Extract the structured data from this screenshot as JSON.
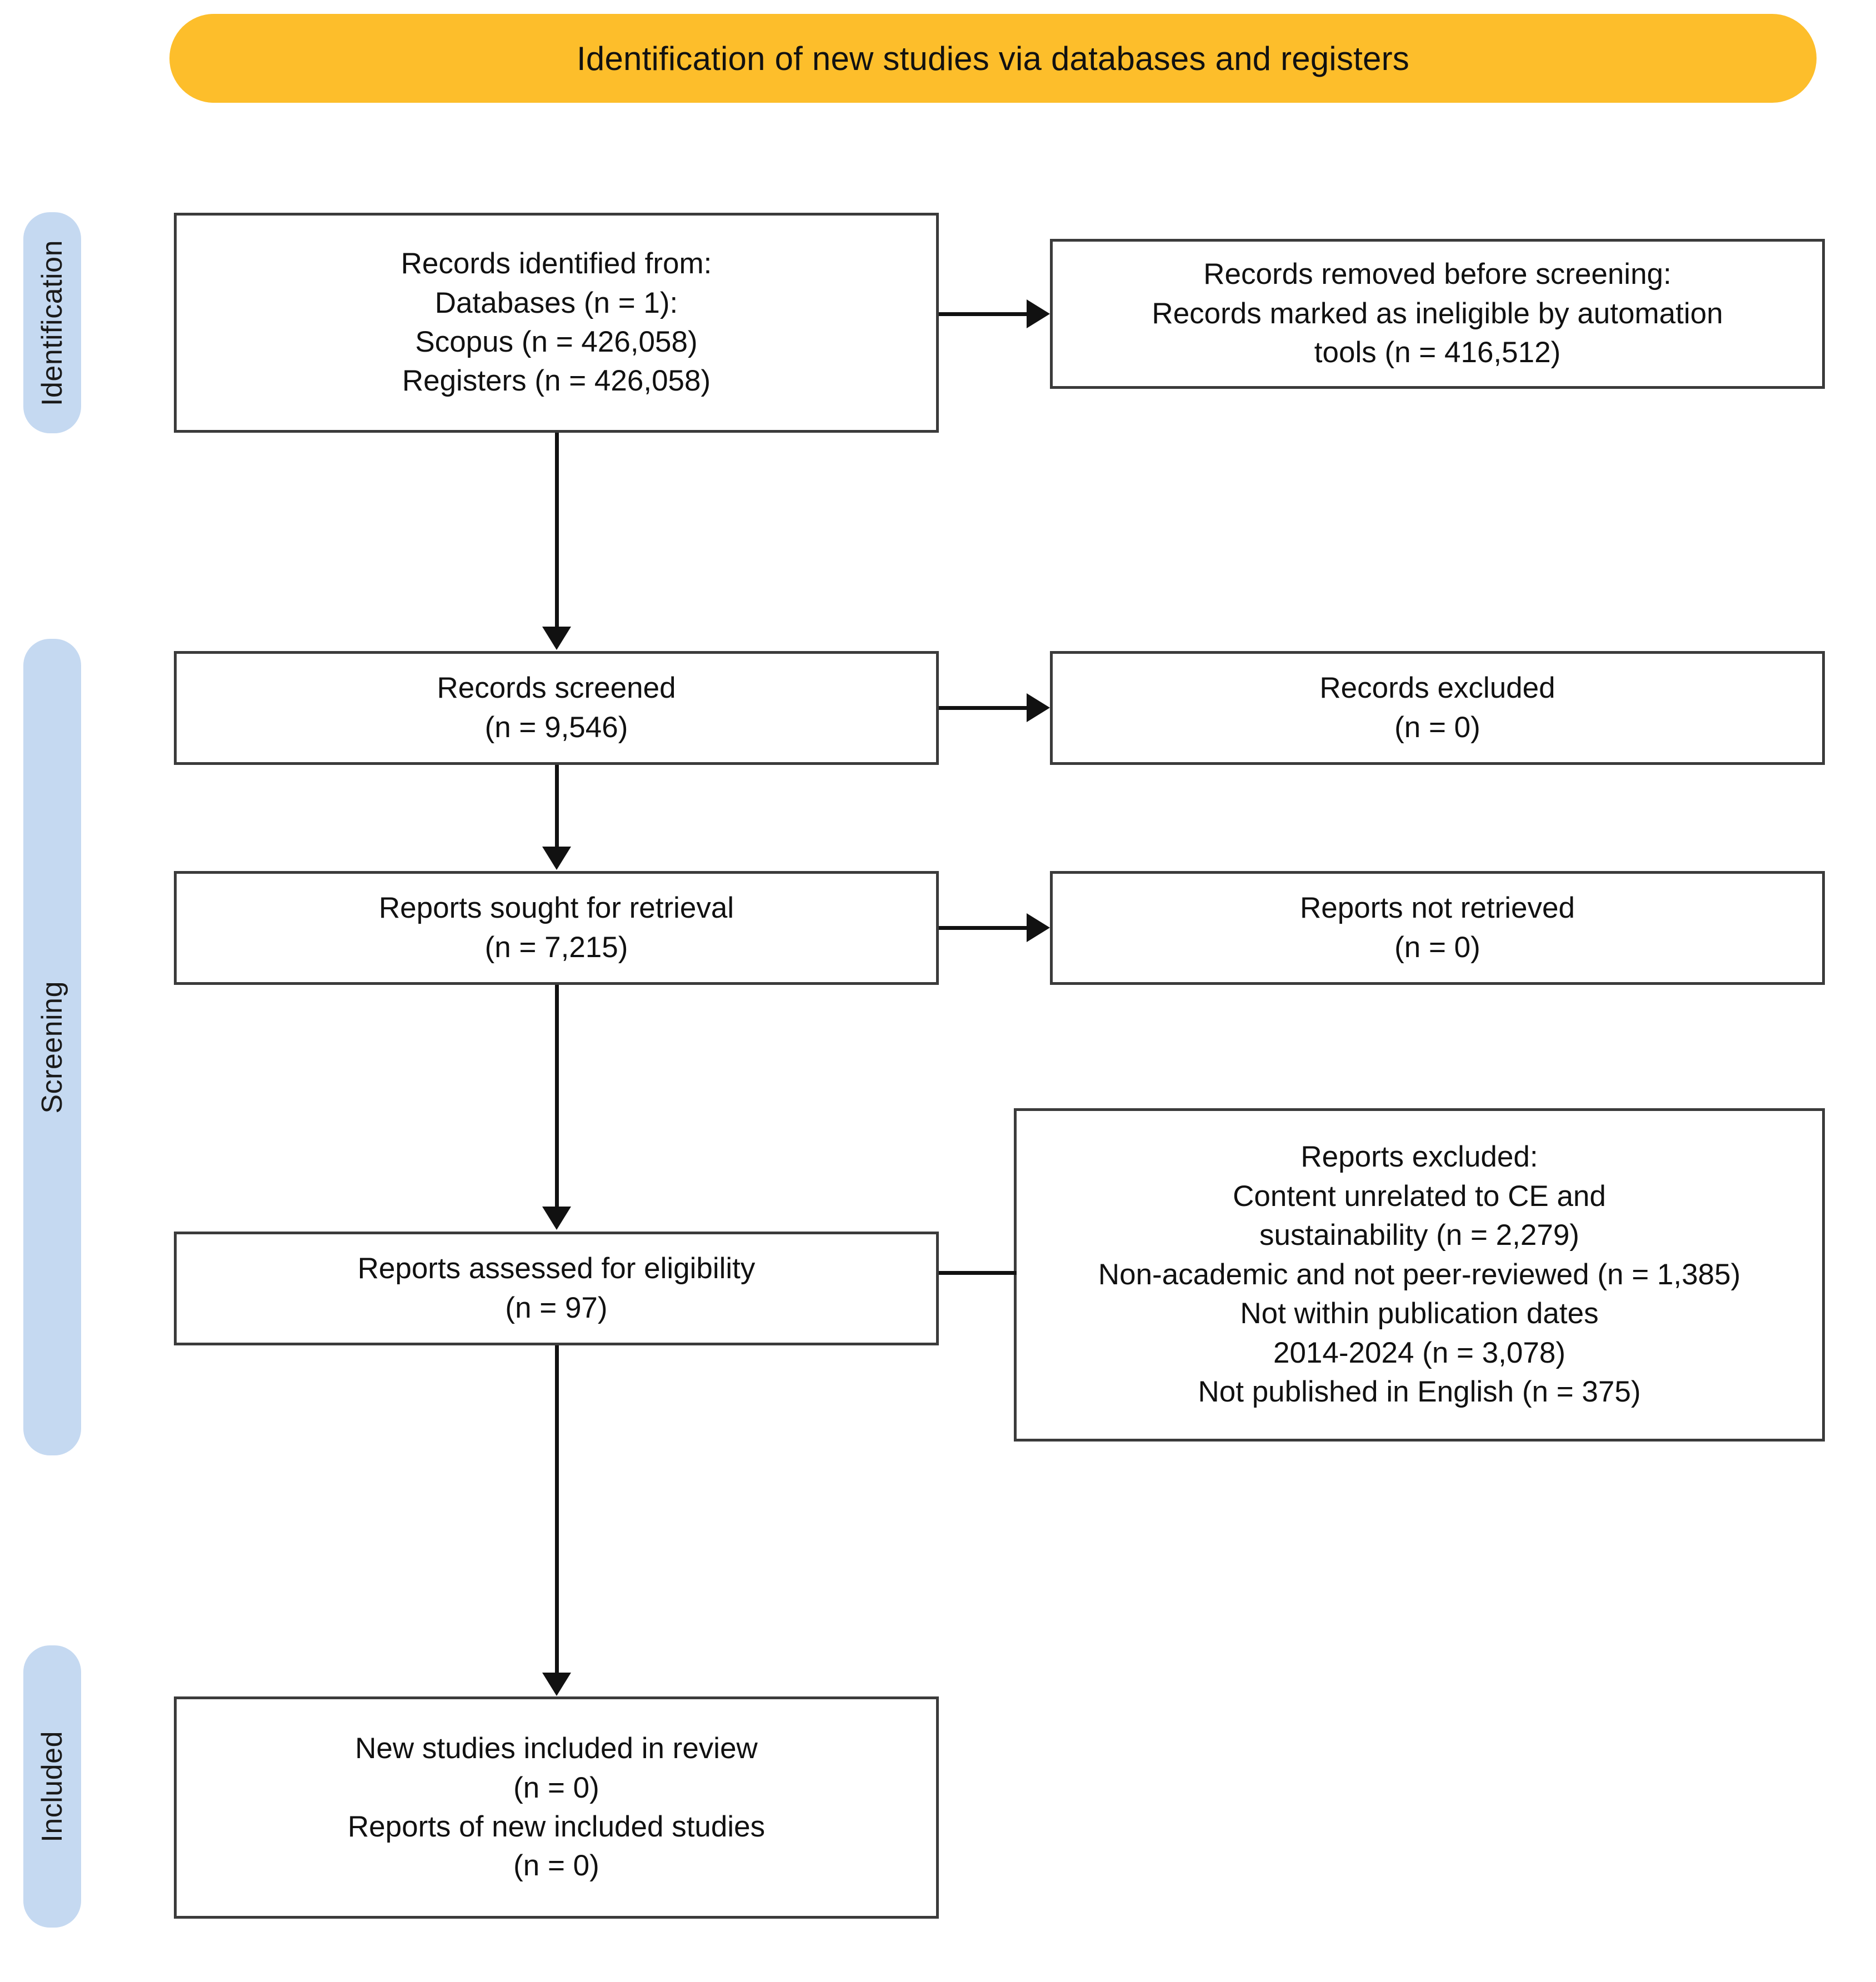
{
  "banner": {
    "title": "Identification of new studies via databases and registers",
    "color": "#FDBE2B"
  },
  "stage_pills": {
    "color": "#C5D9F1",
    "items": [
      {
        "key": "identification",
        "label": "Identification"
      },
      {
        "key": "screening",
        "label": "Screening"
      },
      {
        "key": "included",
        "label": "Included"
      }
    ]
  },
  "boxes": {
    "identified": {
      "lines": [
        "Records identified from:",
        "Databases (n = 1):",
        "Scopus (n = 426,058)",
        "Registers (n = 426,058)"
      ],
      "text": "Records identified from:\nDatabases (n = 1):\nScopus (n = 426,058)\nRegisters (n = 426,058)"
    },
    "removed_before_screening": {
      "lines": [
        "Records removed before screening:",
        "Records marked as ineligible by automation",
        "tools (n = 416,512)"
      ],
      "text": "Records removed before screening:\nRecords marked as ineligible by automation\ntools (n = 416,512)"
    },
    "records_screened": {
      "lines": [
        "Records screened",
        "(n = 9,546)"
      ],
      "text": "Records screened\n(n = 9,546)"
    },
    "records_excluded": {
      "lines": [
        "Records excluded",
        "(n = 0)"
      ],
      "text": "Records excluded\n(n = 0)"
    },
    "reports_sought": {
      "lines": [
        "Reports sought for retrieval",
        "(n = 7,215)"
      ],
      "text": "Reports sought for retrieval\n(n = 7,215)"
    },
    "reports_not_retrieved": {
      "lines": [
        "Reports not retrieved",
        "(n = 0)"
      ],
      "text": "Reports not retrieved\n(n = 0)"
    },
    "reports_assessed": {
      "lines": [
        "Reports assessed for eligibility",
        "(n = 97)"
      ],
      "text": "Reports assessed for eligibility\n(n = 97)"
    },
    "reports_excluded": {
      "lines": [
        "Reports excluded:",
        "Content unrelated to CE and",
        "sustainability (n = 2,279)",
        "Non-academic and not peer-reviewed (n = 1,385)",
        "Not within publication dates",
        "2014-2024 (n = 3,078)",
        "Not published in English (n = 375)"
      ],
      "text": "Reports excluded:\nContent unrelated to CE and\nsustainability (n = 2,279)\nNon-academic and not peer-reviewed (n = 1,385)\nNot within publication dates\n2014-2024 (n = 3,078)\nNot published in English (n = 375)"
    },
    "new_studies_included": {
      "lines": [
        "New studies included in review",
        "(n = 0)",
        "Reports of new included studies",
        "(n = 0)"
      ],
      "text": "New studies included in review\n(n = 0)\nReports of new included studies\n(n = 0)"
    }
  },
  "counts": {
    "databases": 1,
    "scopus_records": 426058,
    "registers_records": 426058,
    "removed_by_automation": 416512,
    "records_screened": 9546,
    "records_excluded": 0,
    "reports_sought": 7215,
    "reports_not_retrieved": 0,
    "reports_assessed": 97,
    "excluded_content_unrelated": 2279,
    "excluded_non_academic": 1385,
    "excluded_not_in_dates": 3078,
    "excluded_not_english": 375,
    "new_studies_included": 0,
    "reports_of_new_included_studies": 0
  }
}
